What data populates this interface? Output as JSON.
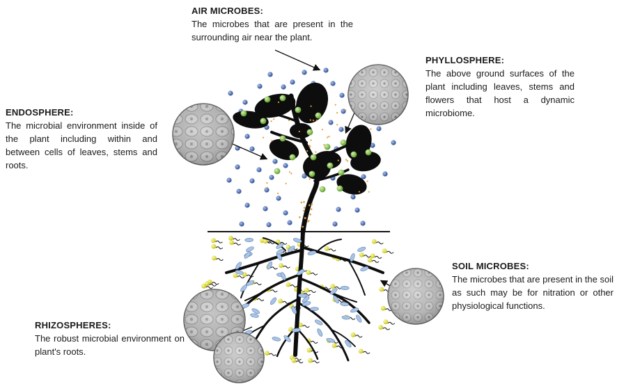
{
  "labels": {
    "air": {
      "title": "AIR MICROBES:",
      "description": "The microbes that are present in the surrounding air near the plant."
    },
    "phyllosphere": {
      "title": "PHYLLOSPHERE:",
      "description": "The above ground surfaces of the plant including  leaves, stems and flowers that host a dynamic microbiome."
    },
    "endosphere": {
      "title": "ENDOSPHERE:",
      "description": "The microbial environment inside of the plant including within and between cells of leaves, stems and roots."
    },
    "soil": {
      "title": "SOIL MICROBES:",
      "description": "The microbes that are present in the soil as such may be for nitration or other physiological functions."
    },
    "rhizosphere": {
      "title": "RHIZOSPHERES:",
      "description": "The robust microbial environment on plant's roots."
    }
  },
  "colors": {
    "air_microbe": "#4a6fb3",
    "phyllo_microbe": "#7fbf3f",
    "soil_microbe": "#e3e12a",
    "plant": "#0d0d0d",
    "root_microbe": "#a9c4e6",
    "lens_gray": "#9a9a9a"
  },
  "icons": {
    "plant": "plant-silhouette-icon",
    "lens": "magnifier-circle-icon"
  }
}
